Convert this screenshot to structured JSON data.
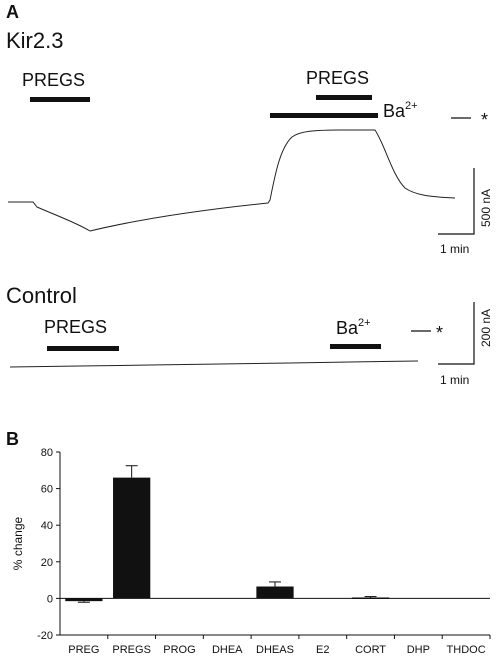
{
  "colors": {
    "ink": "#111111",
    "trace": "#222222"
  },
  "panel_a": {
    "label": "A",
    "kir": {
      "title": "Kir2.3",
      "pregs_left": "PREGS",
      "pregs_right": "PREGS",
      "ba_base": "Ba",
      "ba_sup": "2+",
      "asterisk": "*",
      "scale_y": "500 nA",
      "scale_x": "1 min"
    },
    "control": {
      "title": "Control",
      "pregs": "PREGS",
      "ba_base": "Ba",
      "ba_sup": "2+",
      "asterisk": "*",
      "scale_y": "200 nA",
      "scale_x": "1 min"
    }
  },
  "panel_b": {
    "label": "B"
  },
  "chart_data": {
    "type": "bar",
    "categories": [
      "PREG",
      "PREGS",
      "PROG",
      "DHEA",
      "DHEAS",
      "E2",
      "CORT",
      "DHP",
      "THDOC"
    ],
    "values": [
      -1.5,
      66,
      0,
      0,
      6.5,
      0,
      0.5,
      0,
      0
    ],
    "errors": [
      0.6,
      6.5,
      0,
      0,
      2.5,
      0,
      0.5,
      0,
      0
    ],
    "ylabel": "% change",
    "ylim": [
      -20,
      80
    ],
    "yticks": [
      -20,
      0,
      20,
      40,
      60,
      80
    ],
    "grid": false
  }
}
